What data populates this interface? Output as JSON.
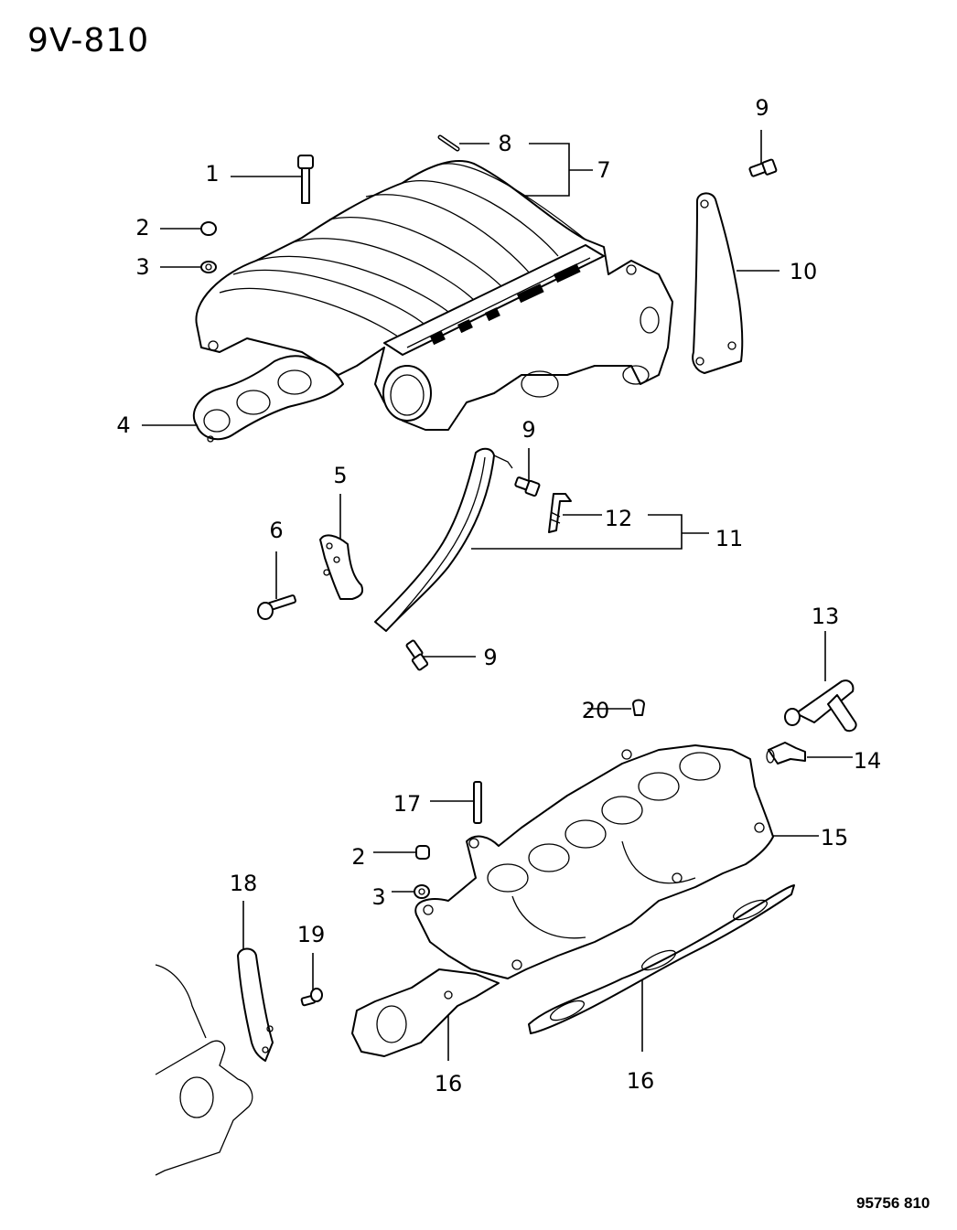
{
  "diagram": {
    "title": "9V-810",
    "figure_code": "95756 810",
    "callouts": [
      {
        "id": "c1",
        "number": "1",
        "part": "bolt"
      },
      {
        "id": "c2a",
        "number": "2",
        "part": "nut"
      },
      {
        "id": "c3a",
        "number": "3",
        "part": "nut"
      },
      {
        "id": "c4",
        "number": "4",
        "part": "gasket"
      },
      {
        "id": "c5",
        "number": "5",
        "part": "bracket"
      },
      {
        "id": "c6",
        "number": "6",
        "part": "bolt"
      },
      {
        "id": "c7",
        "number": "7",
        "part": "intake-plenum"
      },
      {
        "id": "c8",
        "number": "8",
        "part": "pin"
      },
      {
        "id": "c9a",
        "number": "9",
        "part": "bolt"
      },
      {
        "id": "c9b",
        "number": "9",
        "part": "bolt"
      },
      {
        "id": "c9c",
        "number": "9",
        "part": "bolt"
      },
      {
        "id": "c10",
        "number": "10",
        "part": "plenum-support-bracket"
      },
      {
        "id": "c11",
        "number": "11",
        "part": "throttle-cable-bracket"
      },
      {
        "id": "c12",
        "number": "12",
        "part": "clip"
      },
      {
        "id": "c13",
        "number": "13",
        "part": "hose-fitting"
      },
      {
        "id": "c14",
        "number": "14",
        "part": "elbow-fitting"
      },
      {
        "id": "c15",
        "number": "15",
        "part": "intake-manifold"
      },
      {
        "id": "c16a",
        "number": "16",
        "part": "gasket"
      },
      {
        "id": "c16b",
        "number": "16",
        "part": "gasket"
      },
      {
        "id": "c17",
        "number": "17",
        "part": "stud"
      },
      {
        "id": "c2b",
        "number": "2",
        "part": "nut"
      },
      {
        "id": "c3b",
        "number": "3",
        "part": "nut"
      },
      {
        "id": "c18",
        "number": "18",
        "part": "bracket"
      },
      {
        "id": "c19",
        "number": "19",
        "part": "bolt"
      },
      {
        "id": "c20",
        "number": "20",
        "part": "plug"
      }
    ]
  }
}
